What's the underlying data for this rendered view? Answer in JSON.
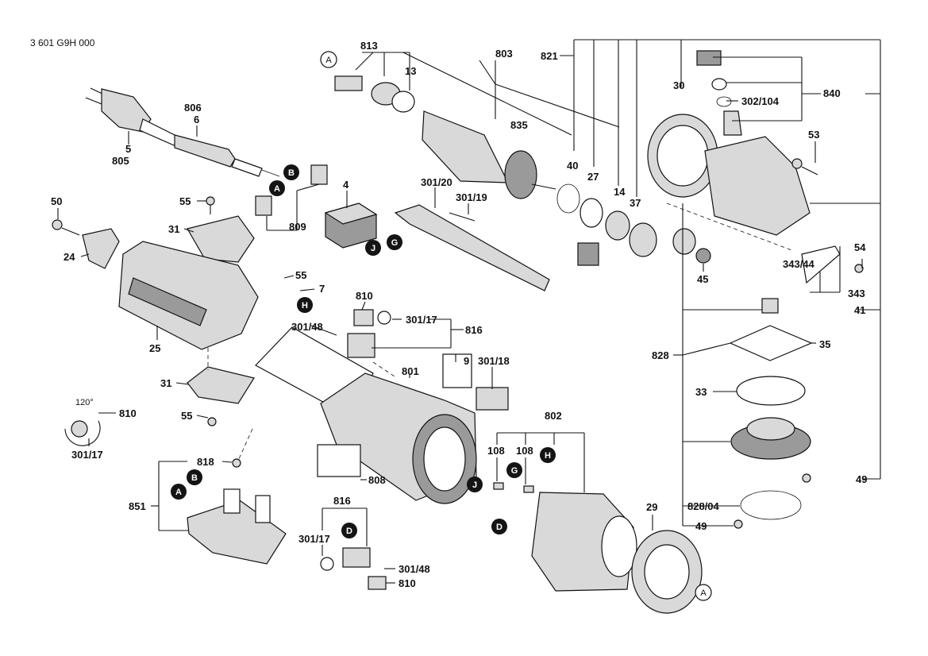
{
  "document_code": "3 601 G9H 000",
  "angle_note": "120°",
  "labels": {
    "l813": "813",
    "l803": "803",
    "l821": "821",
    "l840": "840",
    "l13": "13",
    "l806": "806",
    "l6": "6",
    "l5": "5",
    "l805": "805",
    "l835": "835",
    "l30": "30",
    "l302_104": "302/104",
    "l53": "53",
    "l40": "40",
    "l27": "27",
    "l14": "14",
    "l37": "37",
    "l301_20": "301/20",
    "l301_19": "301/19",
    "l4": "4",
    "l50": "50",
    "l55a": "55",
    "l31a": "31",
    "l809": "809",
    "l24": "24",
    "l54": "54",
    "l343_44": "343/44",
    "l45": "45",
    "l343": "343",
    "l41": "41",
    "l55b": "55",
    "l7": "7",
    "l810a": "810",
    "l301_48a": "301/48",
    "l301_17a": "301/17",
    "l816a": "816",
    "l25": "25",
    "l828": "828",
    "l35": "35",
    "l9": "9",
    "l301_18": "301/18",
    "l801": "801",
    "l31b": "31",
    "l33": "33",
    "l55c": "55",
    "l810b": "810",
    "l802": "802",
    "l301_17b": "301/17",
    "l108a": "108",
    "l108b": "108",
    "l818": "818",
    "l49a": "49",
    "l808": "808",
    "l851": "851",
    "l29": "29",
    "l828_04": "828/04",
    "l49b": "49",
    "l816b": "816",
    "l301_17c": "301/17",
    "l301_48b": "301/48",
    "l810c": "810"
  },
  "markers": {
    "A1": "A",
    "A2": "A",
    "A3": "A",
    "B1": "B",
    "B2": "B",
    "G1": "G",
    "G2": "G",
    "J1": "J",
    "J2": "J",
    "H1": "H",
    "H2": "H",
    "D1": "D",
    "D2": "D"
  }
}
